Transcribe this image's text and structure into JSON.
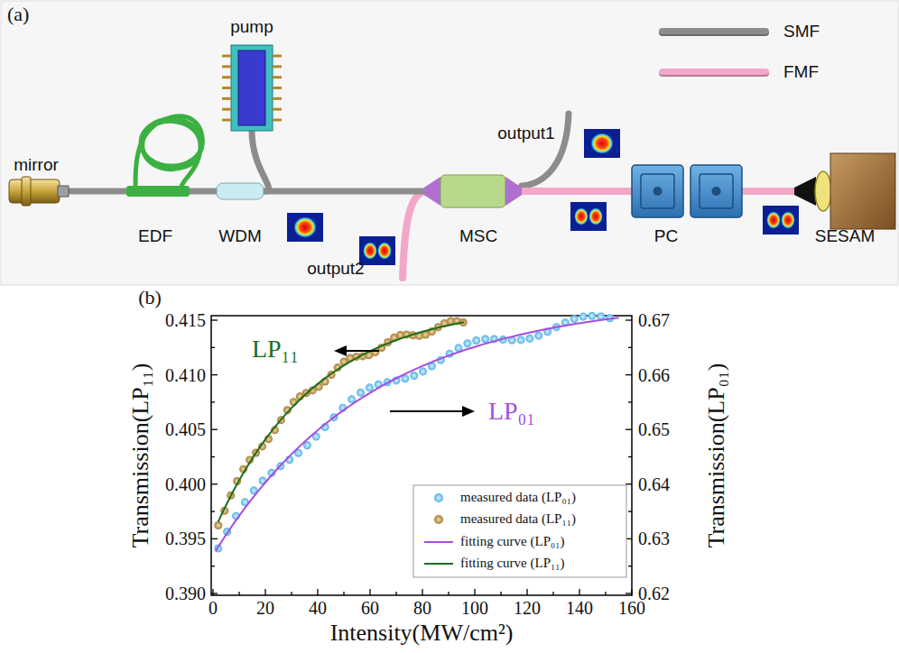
{
  "diagram": {
    "nodes": [
      {
        "text": [
          "mirror"
        ]
      },
      {
        "text": [
          "EDF"
        ]
      },
      {
        "text": [
          "pump"
        ]
      },
      {
        "text": [
          "WDM"
        ]
      },
      {
        "text": [
          "MSC"
        ]
      },
      {
        "text": [
          "PC"
        ]
      },
      {
        "text": [
          "SESAM"
        ]
      }
    ],
    "edges": [
      {
        "from": 0,
        "to": 1,
        "arrow": "none"
      },
      {
        "from": 1,
        "to": 3,
        "arrow": "none"
      },
      {
        "from": 2,
        "to": 3,
        "arrow": "none"
      },
      {
        "from": 3,
        "to": 4,
        "arrow": "none"
      },
      {
        "from": 4,
        "to": 5,
        "arrow": "none"
      },
      {
        "from": 5,
        "to": 6,
        "arrow": "none"
      }
    ],
    "labels": [
      "(a)",
      "output1",
      "output2",
      "(b)",
      "LP₁₁",
      "LP₀₁",
      "Transmission(LP₁₁)",
      "Transmission(LP₀₁)",
      "Intensity(MW/cm²)",
      "0.390",
      "0.395",
      "0.400",
      "0.405",
      "0.410",
      "0.415",
      "0.62",
      "0.63",
      "0.64",
      "0.65",
      "0.66",
      "0.67",
      "0",
      "20",
      "40",
      "60",
      "80",
      "100",
      "120",
      "140",
      "160"
    ],
    "legend": [
      {
        "text": "SMF",
        "color": "#8c8c8c"
      },
      {
        "text": "FMF",
        "color": "#f2a7c8"
      },
      {
        "text": "measured data (LP₀₁)"
      },
      {
        "text": "measured data (LP₁₁)"
      },
      {
        "text": "fitting curve (LP₀₁)"
      },
      {
        "text": "fitting curve (LP₁₁)"
      }
    ]
  }
}
